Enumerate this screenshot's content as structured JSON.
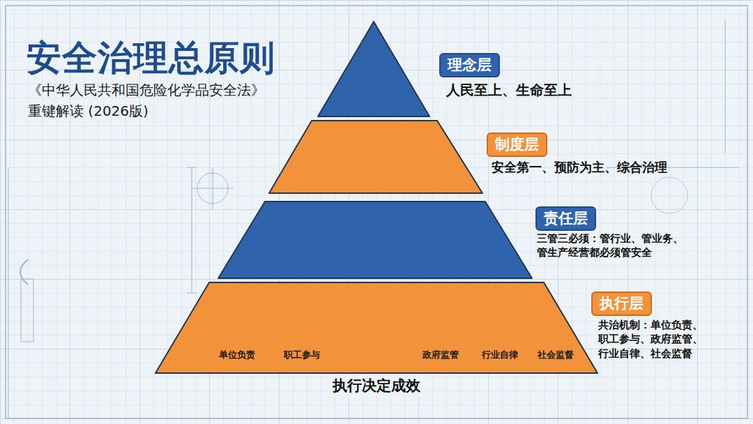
{
  "diagram": {
    "title": "安全治理总原则",
    "nodes": [
      {
        "text": [
          "理念层",
          "人民至上、生命至上"
        ]
      },
      {
        "text": [
          "制度层",
          "安全第一、预防为主、综合治理"
        ]
      },
      {
        "text": [
          "责任层",
          "三管三必须：管行业、管业务、 管生产经营都必须管安全"
        ]
      },
      {
        "text": [
          "执行层",
          "共治机制：单位负责、 职工参与、政府监管、 行业自律、社会监督",
          "单位负责",
          "职工参与",
          "政府监管",
          "行业自律",
          "社会监督"
        ]
      }
    ],
    "labels": [
      "《中华人民共和国危险化学品安全法》",
      "重键解读 (2026版)",
      "执行决定成效"
    ]
  }
}
